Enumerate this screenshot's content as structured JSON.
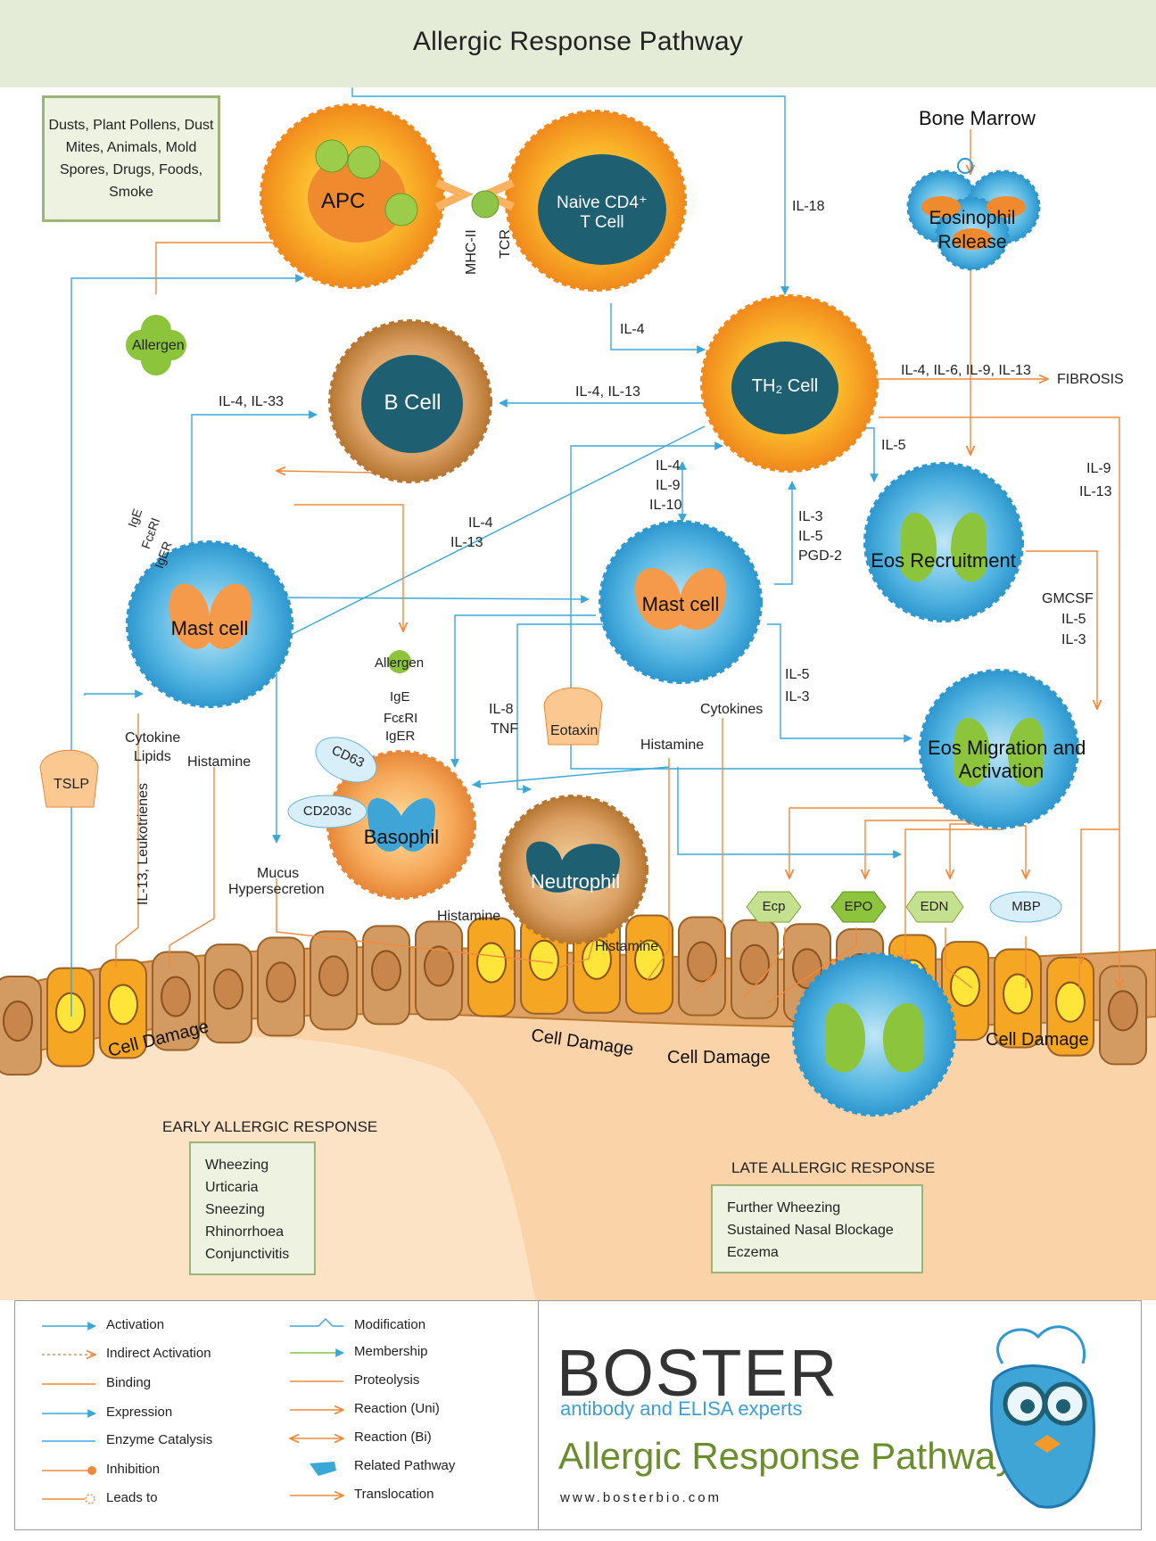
{
  "title": "Allergic Response Pathway",
  "allergen_sources": [
    "Dusts, Plant Pollens, Dust",
    "Mites, Animals, Mold",
    "Spores, Drugs, Foods,",
    "Smoke"
  ],
  "cells": {
    "apc": "APC",
    "naive_t": "Naive CD4⁺",
    "naive_t2": "T Cell",
    "th2": "TH₂ Cell",
    "b_cell": "B Cell",
    "mast_left": "Mast cell",
    "mast_center": "Mast cell",
    "basophil": "Basophil",
    "neutrophil": "Neutrophil",
    "eos_release": "Eosinophil",
    "eos_release2": "Release",
    "eos_recruit": "Eos Recruitment",
    "eos_migration": "Eos Migration and",
    "eos_migration2": "Activation",
    "bone_marrow": "Bone Marrow"
  },
  "labels": {
    "mhc": "MHC-II",
    "tcr": "TCR",
    "il18": "IL-18",
    "il4_top": "IL-4",
    "th2_out": "IL-4, IL-6, IL-9, IL-13",
    "fibrosis": "FIBROSIS",
    "il4_il13_b": "IL-4, IL-13",
    "il4_il33": "IL-4, IL-33",
    "il5_eos": "IL-5",
    "il9": "IL-9",
    "il13_r": "IL-13",
    "il4_mid": "IL-4",
    "il9_mid": "IL-9",
    "il10_mid": "IL-10",
    "il3": "IL-3",
    "il5b": "IL-5",
    "pgd2": "PGD-2",
    "il4_diag": "IL-4",
    "il13_diag": "IL-13",
    "gmcsf": "GMCSF",
    "il5c": "IL-5",
    "il3c": "IL-3",
    "il5d": "IL-5",
    "il3d": "IL-3",
    "il8": "IL-8",
    "tnf": "TNF",
    "allergen": "Allergen",
    "allergen2": "Allergen",
    "ige": "IgE",
    "fceri": "FcεRI",
    "iger": "IgER",
    "ige_b": "IgE",
    "fceri_b": "FcεRI",
    "iger_b": "IgER",
    "cytokine": "Cytokine",
    "lipids": "Lipids",
    "histamine1": "Histamine",
    "histamine2": "Histamine",
    "histamine3": "Histamine",
    "histamine4": "Histamine",
    "cytokines": "Cytokines",
    "eotaxin": "Eotaxin",
    "tslp": "TSLP",
    "il13_leuko": "IL-13, Leukotrienes",
    "mucus1": "Mucus",
    "mucus2": "Hypersecretion",
    "cd63": "CD63",
    "cd203c": "CD203c",
    "ecp": "Ecp",
    "epo": "EPO",
    "edn": "EDN",
    "mbp": "MBP",
    "cell_damage1": "Cell Damage",
    "cell_damage2": "Cell Damage",
    "cell_damage3": "Cell Damage",
    "cell_damage4": "Cell Damage"
  },
  "early": {
    "title": "EARLY ALLERGIC RESPONSE",
    "items": [
      "Wheezing",
      "Urticaria",
      "Sneezing",
      "Rhinorrhoea",
      "Conjunctivitis"
    ]
  },
  "late": {
    "title": "LATE ALLERGIC RESPONSE",
    "items": [
      "Further Wheezing",
      "Sustained Nasal Blockage",
      "Eczema"
    ]
  },
  "legend": {
    "left": [
      "Activation",
      "Indirect Activation",
      "Binding",
      "Expression",
      "Enzyme Catalysis",
      "Inhibition",
      "Leads to"
    ],
    "right": [
      "Modification",
      "Membership",
      "Proteolysis",
      "Reaction (Uni)",
      "Reaction (Bi)",
      "Related Pathway",
      "Translocation"
    ]
  },
  "brand": {
    "name": "BOSTER",
    "tagline": "antibody and ELISA experts",
    "title": "Allergic Response Pathway",
    "url": "www.bosterbio.com"
  },
  "colors": {
    "blue_arrow": "#3aa7d8",
    "orange_arrow": "#f08a3c",
    "header_bg": "#e4ecd8",
    "box_bg": "#eef3e1",
    "brand_green": "#6a8e2c",
    "brand_blue": "#3c9fd6"
  }
}
